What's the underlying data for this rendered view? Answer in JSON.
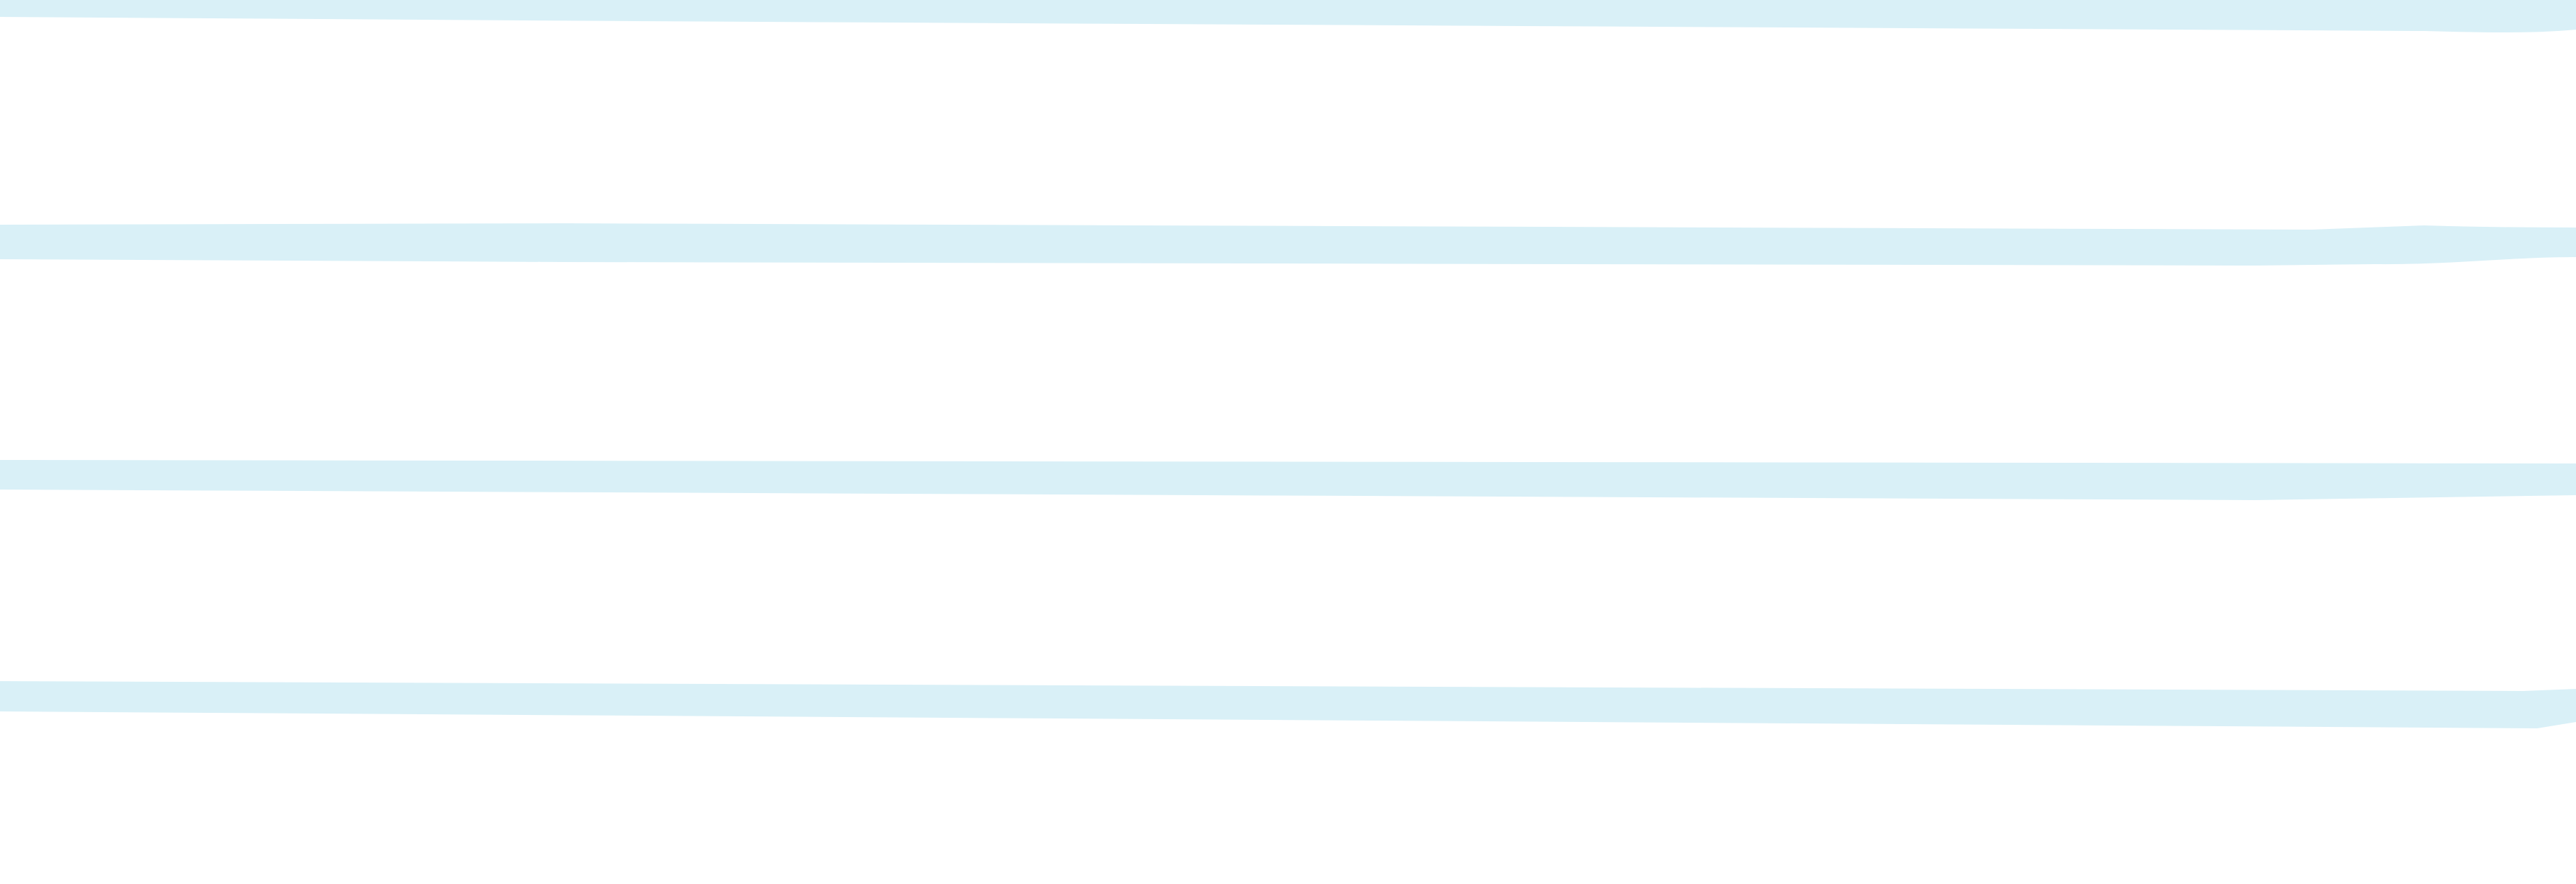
{
  "background_color": "#ffffff",
  "stripe_color": "#d9f0f7",
  "stripe_count": 4,
  "stripes": [
    {
      "name": "stripe-1"
    },
    {
      "name": "stripe-2"
    },
    {
      "name": "stripe-3"
    },
    {
      "name": "stripe-4"
    }
  ]
}
